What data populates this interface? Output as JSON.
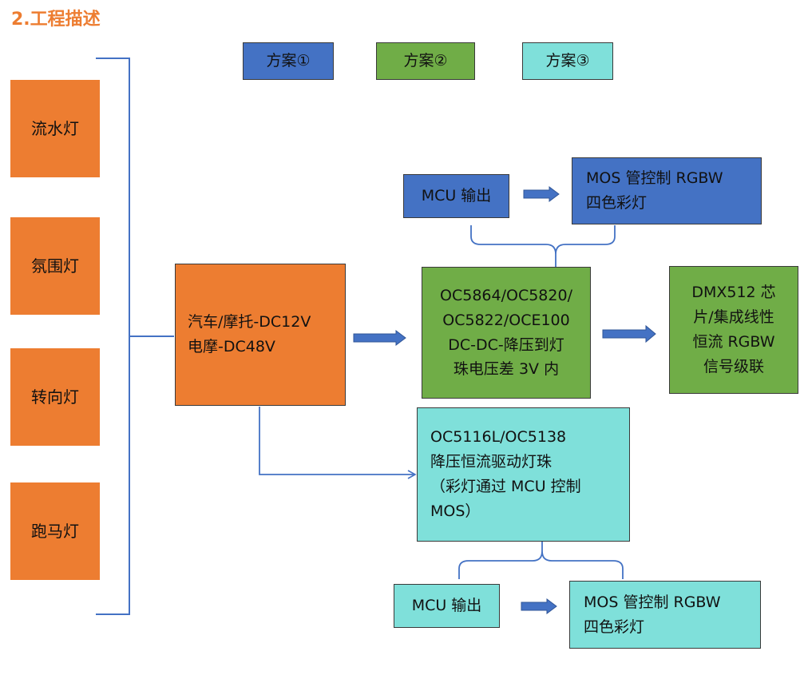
{
  "heading": "2.工程描述",
  "legend": {
    "plan1": "方案①",
    "plan2": "方案②",
    "plan3": "方案③"
  },
  "light_types": [
    "流水灯",
    "氛围灯",
    "转向灯",
    "跑马灯"
  ],
  "power_source": {
    "line1": "汽车/摩托-DC12V",
    "line2": "电摩-DC48V"
  },
  "plan2_chip": {
    "line1": "OC5864/OC5820/",
    "line2": "OC5822/OCE100",
    "line3": "DC-DC-降压到灯",
    "line4": "珠电压差 3V 内"
  },
  "plan2_output": {
    "line1": "DMX512 芯",
    "line2": "片/集成线性",
    "line3": "恒流 RGBW",
    "line4": "信号级联"
  },
  "plan1_mcu": "MCU 输出",
  "plan1_mos": {
    "line1": "MOS 管控制 RGBW",
    "line2": "四色彩灯"
  },
  "plan3_chip": {
    "line1": "OC5116L/OC5138",
    "line2": "降压恒流驱动灯珠",
    "line3": "（彩灯通过 MCU 控制",
    "line4": "MOS）"
  },
  "plan3_mcu": "MCU 输出",
  "plan3_mos": {
    "line1": "MOS 管控制 RGBW",
    "line2": "四色彩灯"
  },
  "colors": {
    "orange": "#ed7d31",
    "blue": "#4472c4",
    "green": "#70ad47",
    "teal": "#7fe0da",
    "connector": "#4472c4"
  }
}
